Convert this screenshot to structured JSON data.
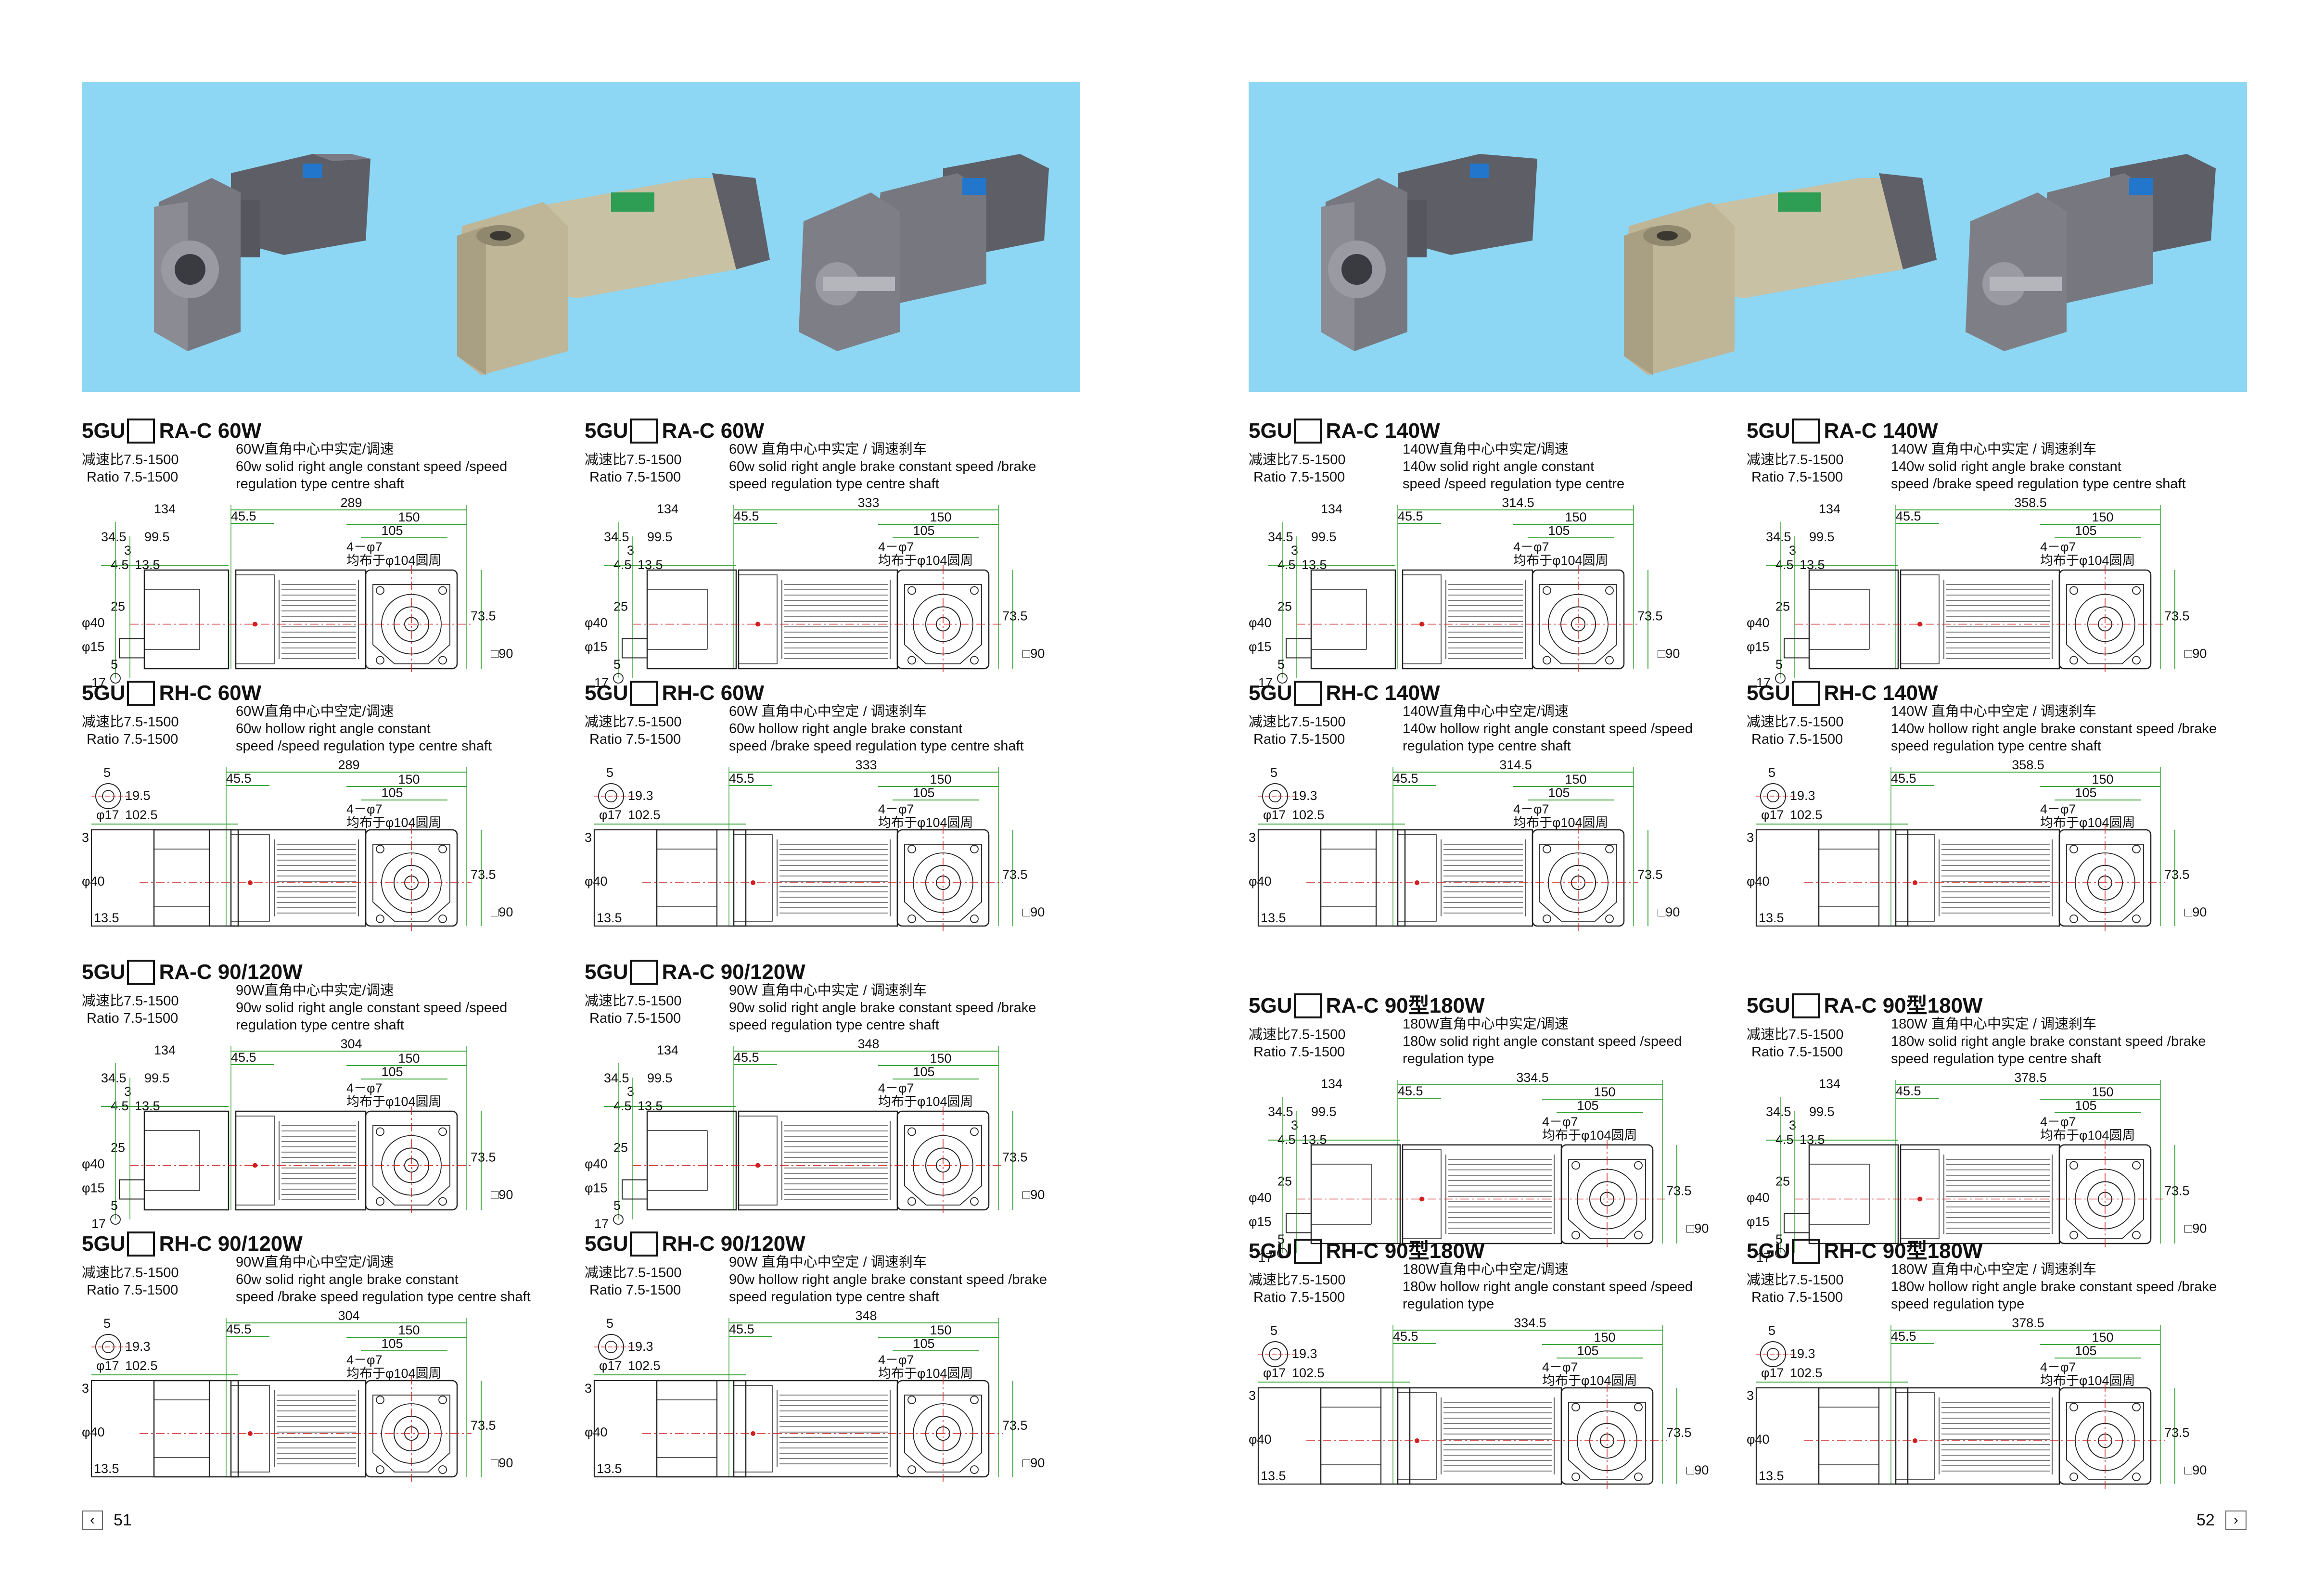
{
  "pages": [
    {
      "number": "51",
      "pager_arrow": "‹",
      "sections": [
        {
          "model": "5GU",
          "variant": "RA-C",
          "power": "60W",
          "ratio_cn": "减速比7.5-1500",
          "ratio_en": "Ratio 7.5-1500",
          "desc": [
            "60W直角中心中实定/调速",
            "60w  solid right angle constant speed /speed",
            "regulation type centre shaft"
          ],
          "type": "solid",
          "dims": {
            "total": "289",
            "motor": "150",
            "d105": "105",
            "bolt": "4－φ7",
            "pcd": "均布于φ104圆周",
            "f455": "45.5",
            "h735": "73.5",
            "sq90": "□90",
            "d40": "φ40",
            "d15": "φ15",
            "a134": "134",
            "a345": "34.5",
            "a995": "99.5",
            "a3": "3",
            "a45": "4.5",
            "a135": "13.5",
            "a25": "25",
            "a5": "5",
            "a17": "17"
          }
        },
        {
          "model": "5GU",
          "variant": "RA-C",
          "power": "60W",
          "ratio_cn": "减速比7.5-1500",
          "ratio_en": "Ratio 7.5-1500",
          "desc": [
            "60W 直角中心中实定 / 调速刹车",
            "60w  solid right angle brake constant speed /brake",
            "speed regulation type centre shaft"
          ],
          "type": "solid",
          "dims": {
            "total": "333",
            "motor": "150",
            "d105": "105",
            "bolt": "4－φ7",
            "pcd": "均布于φ104圆周",
            "f455": "45.5",
            "h735": "73.5",
            "sq90": "□90",
            "d40": "φ40",
            "d15": "φ15",
            "a134": "134",
            "a345": "34.5",
            "a995": "99.5",
            "a3": "3",
            "a45": "4.5",
            "a135": "13.5",
            "a25": "25",
            "a5": "5",
            "a17": "17"
          }
        },
        {
          "model": "5GU",
          "variant": "RH-C",
          "power": "60W",
          "ratio_cn": "减速比7.5-1500",
          "ratio_en": "Ratio 7.5-1500",
          "desc": [
            "60W直角中心中空定/调速",
            "60w  hollow right angle constant",
            "speed /speed regulation type centre shaft"
          ],
          "type": "hollow",
          "dims": {
            "total": "289",
            "motor": "150",
            "d105": "105",
            "bolt": "4－φ7",
            "pcd": "均布于φ104圆周",
            "f455": "45.5",
            "h735": "73.5",
            "sq90": "□90",
            "d40": "φ40",
            "h5": "5",
            "h193": "19.5",
            "h17": "φ17",
            "h1025": "102.5",
            "h3": "3",
            "h135": "13.5"
          }
        },
        {
          "model": "5GU",
          "variant": "RH-C",
          "power": "60W",
          "ratio_cn": "减速比7.5-1500",
          "ratio_en": "Ratio 7.5-1500",
          "desc": [
            "60W 直角中心中空定 / 调速刹车",
            "60w  hollow right angle brake constant",
            "speed /brake speed regulation type centre shaft"
          ],
          "type": "hollow",
          "dims": {
            "total": "333",
            "motor": "150",
            "d105": "105",
            "bolt": "4－φ7",
            "pcd": "均布于φ104圆周",
            "f455": "45.5",
            "h735": "73.5",
            "sq90": "□90",
            "d40": "φ40",
            "h5": "5",
            "h193": "19.3",
            "h17": "φ17",
            "h1025": "102.5",
            "h3": "3",
            "h135": "13.5"
          }
        },
        {
          "model": "5GU",
          "variant": "RA-C",
          "power": "90/120W",
          "ratio_cn": "减速比7.5-1500",
          "ratio_en": "Ratio 7.5-1500",
          "desc": [
            "90W直角中心中实定/调速",
            "90w  solid right angle constant speed /speed",
            "regulation type centre shaft"
          ],
          "type": "solid",
          "dims": {
            "total": "304",
            "motor": "150",
            "d105": "105",
            "bolt": "4－φ7",
            "pcd": "均布于φ104圆周",
            "f455": "45.5",
            "h735": "73.5",
            "sq90": "□90",
            "d40": "φ40",
            "d15": "φ15",
            "a134": "134",
            "a345": "34.5",
            "a995": "99.5",
            "a3": "3",
            "a45": "4.5",
            "a135": "13.5",
            "a25": "25",
            "a5": "5",
            "a17": "17"
          }
        },
        {
          "model": "5GU",
          "variant": "RA-C",
          "power": "90/120W",
          "ratio_cn": "减速比7.5-1500",
          "ratio_en": "Ratio 7.5-1500",
          "desc": [
            "90W 直角中心中实定 / 调速刹车",
            "90w  solid right angle brake constant speed /brake",
            "speed regulation type centre shaft"
          ],
          "type": "solid",
          "dims": {
            "total": "348",
            "motor": "150",
            "d105": "105",
            "bolt": "4－φ7",
            "pcd": "均布于φ104圆周",
            "f455": "45.5",
            "h735": "73.5",
            "sq90": "□90",
            "d40": "φ40",
            "d15": "φ15",
            "a134": "134",
            "a345": "34.5",
            "a995": "99.5",
            "a3": "3",
            "a45": "4.5",
            "a135": "13.5",
            "a25": "25",
            "a5": "5",
            "a17": "17"
          }
        },
        {
          "model": "5GU",
          "variant": "RH-C",
          "power": "90/120W",
          "ratio_cn": "减速比7.5-1500",
          "ratio_en": "Ratio 7.5-1500",
          "desc": [
            "90W直角中心中空定/调速",
            "60w  solid right angle brake constant",
            "speed /brake speed regulation type centre shaft"
          ],
          "type": "hollow",
          "dims": {
            "total": "304",
            "motor": "150",
            "d105": "105",
            "bolt": "4－φ7",
            "pcd": "均布于φ104圆周",
            "f455": "45.5",
            "h735": "73.5",
            "sq90": "□90",
            "d40": "φ40",
            "h5": "5",
            "h193": "19.3",
            "h17": "φ17",
            "h1025": "102.5",
            "h3": "3",
            "h135": "13.5"
          }
        },
        {
          "model": "5GU",
          "variant": "RH-C",
          "power": "90/120W",
          "ratio_cn": "减速比7.5-1500",
          "ratio_en": "Ratio 7.5-1500",
          "desc": [
            "90W 直角中心中空定 / 调速刹车",
            "90w  hollow right angle brake constant speed /brake",
            "speed regulation type centre shaft"
          ],
          "type": "hollow",
          "dims": {
            "total": "348",
            "motor": "150",
            "d105": "105",
            "bolt": "4－φ7",
            "pcd": "均布于φ104圆周",
            "f455": "45.5",
            "h735": "73.5",
            "sq90": "□90",
            "d40": "φ40",
            "h5": "5",
            "h193": "19.3",
            "h17": "φ17",
            "h1025": "102.5",
            "h3": "3",
            "h135": "13.5"
          }
        }
      ]
    },
    {
      "number": "52",
      "pager_arrow": "›",
      "sections": [
        {
          "model": "5GU",
          "variant": "RA-C",
          "power": "140W",
          "ratio_cn": "减速比7.5-1500",
          "ratio_en": "Ratio 7.5-1500",
          "desc": [
            "140W直角中心中实定/调速",
            "140w  solid right angle constant",
            "speed /speed regulation type centre"
          ],
          "type": "solid",
          "dims": {
            "total": "314.5",
            "motor": "150",
            "d105": "105",
            "bolt": "4－φ7",
            "pcd": "均布于φ104圆周",
            "f455": "45.5",
            "h735": "73.5",
            "sq90": "□90",
            "d40": "φ40",
            "d15": "φ15",
            "a134": "134",
            "a345": "34.5",
            "a995": "99.5",
            "a3": "3",
            "a45": "4.5",
            "a135": "13.5",
            "a25": "25",
            "a5": "5",
            "a17": "17"
          }
        },
        {
          "model": "5GU",
          "variant": "RA-C",
          "power": "140W",
          "ratio_cn": "减速比7.5-1500",
          "ratio_en": "Ratio 7.5-1500",
          "desc": [
            "140W 直角中心中实定 / 调速刹车",
            "140w  solid right angle brake constant",
            "speed /brake speed regulation type centre shaft"
          ],
          "type": "solid",
          "dims": {
            "total": "358.5",
            "motor": "150",
            "d105": "105",
            "bolt": "4－φ7",
            "pcd": "均布于φ104圆周",
            "f455": "45.5",
            "h735": "73.5",
            "sq90": "□90",
            "d40": "φ40",
            "d15": "φ15",
            "a134": "134",
            "a345": "34.5",
            "a995": "99.5",
            "a3": "3",
            "a45": "4.5",
            "a135": "13.5",
            "a25": "25",
            "a5": "5",
            "a17": "17"
          }
        },
        {
          "model": "5GU",
          "variant": "RH-C",
          "power": "140W",
          "ratio_cn": "减速比7.5-1500",
          "ratio_en": "Ratio 7.5-1500",
          "desc": [
            "140W直角中心中空定/调速",
            "140w  hollow right angle constant speed /speed",
            "regulation type centre shaft"
          ],
          "type": "hollow",
          "dims": {
            "total": "314.5",
            "motor": "150",
            "d105": "105",
            "bolt": "4－φ7",
            "pcd": "均布于φ104圆周",
            "f455": "45.5",
            "h735": "73.5",
            "sq90": "□90",
            "d40": "φ40",
            "h5": "5",
            "h193": "19.3",
            "h17": "φ17",
            "h1025": "102.5",
            "h3": "3",
            "h135": "13.5"
          }
        },
        {
          "model": "5GU",
          "variant": "RH-C",
          "power": "140W",
          "ratio_cn": "减速比7.5-1500",
          "ratio_en": "Ratio 7.5-1500",
          "desc": [
            "140W 直角中心中空定 / 调速刹车",
            "140w  hollow right angle brake constant speed /brake",
            "speed regulation type centre shaft"
          ],
          "type": "hollow",
          "dims": {
            "total": "358.5",
            "motor": "150",
            "d105": "105",
            "bolt": "4－φ7",
            "pcd": "均布于φ104圆周",
            "f455": "45.5",
            "h735": "73.5",
            "sq90": "□90",
            "d40": "φ40",
            "h5": "5",
            "h193": "19.3",
            "h17": "φ17",
            "h1025": "102.5",
            "h3": "3",
            "h135": "13.5"
          }
        },
        {
          "model": "5GU",
          "variant": "RA-C",
          "power": "90型180W",
          "ratio_cn": "减速比7.5-1500",
          "ratio_en": "Ratio 7.5-1500",
          "desc": [
            "180W直角中心中实定/调速",
            "180w  solid right angle constant speed /speed",
            "regulation type"
          ],
          "type": "solid",
          "dims": {
            "total": "334.5",
            "motor": "150",
            "d105": "105",
            "bolt": "4－φ7",
            "pcd": "均布于φ104圆周",
            "f455": "45.5",
            "h735": "73.5",
            "sq90": "□90",
            "d40": "φ40",
            "d15": "φ15",
            "a134": "134",
            "a345": "34.5",
            "a995": "99.5",
            "a3": "3",
            "a45": "4.5",
            "a135": "13.5",
            "a25": "25",
            "a5": "5",
            "a17": "17"
          }
        },
        {
          "model": "5GU",
          "variant": "RA-C",
          "power": "90型180W",
          "ratio_cn": "减速比7.5-1500",
          "ratio_en": "Ratio 7.5-1500",
          "desc": [
            "180W 直角中心中实定 / 调速刹车",
            "180w  solid right angle brake constant speed /brake",
            "speed regulation type centre shaft"
          ],
          "type": "solid",
          "dims": {
            "total": "378.5",
            "motor": "150",
            "d105": "105",
            "bolt": "4－φ7",
            "pcd": "均布于φ104圆周",
            "f455": "45.5",
            "h735": "73.5",
            "sq90": "□90",
            "d40": "φ40",
            "d15": "φ15",
            "a134": "134",
            "a345": "34.5",
            "a995": "99.5",
            "a3": "3",
            "a45": "4.5",
            "a135": "13.5",
            "a25": "25",
            "a5": "5",
            "a17": "17"
          }
        },
        {
          "model": "5GU",
          "variant": "RH-C",
          "power": "90型180W",
          "ratio_cn": "减速比7.5-1500",
          "ratio_en": "Ratio 7.5-1500",
          "desc": [
            "180W直角中心中空定/调速",
            "180w  hollow right angle constant speed /speed",
            "regulation type"
          ],
          "type": "hollow",
          "dims": {
            "total": "334.5",
            "motor": "150",
            "d105": "105",
            "bolt": "4－φ7",
            "pcd": "均布于φ104圆周",
            "f455": "45.5",
            "h735": "73.5",
            "sq90": "□90",
            "d40": "φ40",
            "h5": "5",
            "h193": "19.3",
            "h17": "φ17",
            "h1025": "102.5",
            "h3": "3",
            "h135": "13.5"
          }
        },
        {
          "model": "5GU",
          "variant": "RH-C",
          "power": "90型180W",
          "ratio_cn": "减速比7.5-1500",
          "ratio_en": "Ratio 7.5-1500",
          "desc": [
            "180W 直角中心中空定 / 调速刹车",
            "180w  hollow right angle brake constant speed /brake",
            "speed regulation type"
          ],
          "type": "hollow",
          "dims": {
            "total": "378.5",
            "motor": "150",
            "d105": "105",
            "bolt": "4－φ7",
            "pcd": "均布于φ104圆周",
            "f455": "45.5",
            "h735": "73.5",
            "sq90": "□90",
            "d40": "φ40",
            "h5": "5",
            "h193": "19.3",
            "h17": "φ17",
            "h1025": "102.5",
            "h3": "3",
            "h135": "13.5"
          }
        }
      ]
    }
  ],
  "colors": {
    "banner": "#8dd6f4",
    "dimension": "#3aa63a",
    "centerline": "#d21e1e",
    "outline": "#222222",
    "motor_gray": "#6e6f78",
    "motor_khaki": "#b8ad8e"
  }
}
